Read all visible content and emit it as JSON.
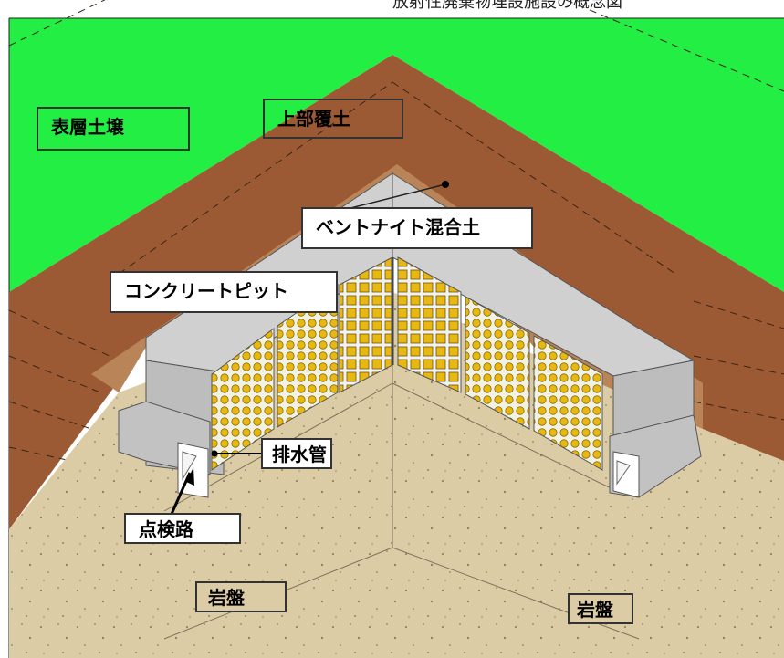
{
  "caption": "放射性廃棄物埋設施設の概念図",
  "labels": {
    "surface_soil": "表層土壌",
    "upper_cover": "上部覆土",
    "bentonite": "ベントナイト混合土",
    "concrete_pit": "コンクリートピット",
    "drain_pipe": "排水管",
    "inspection_path": "点検路",
    "bedrock_left": "岩盤",
    "bedrock_right": "岩盤"
  },
  "colors": {
    "surface_green": "#22ee44",
    "soil_brown": "#9b5a33",
    "bentonite_tan": "#b98458",
    "concrete_gray": "#c8c8c8",
    "bedrock_sand": "#dccca6",
    "waste_yellow": "#e8b812"
  }
}
